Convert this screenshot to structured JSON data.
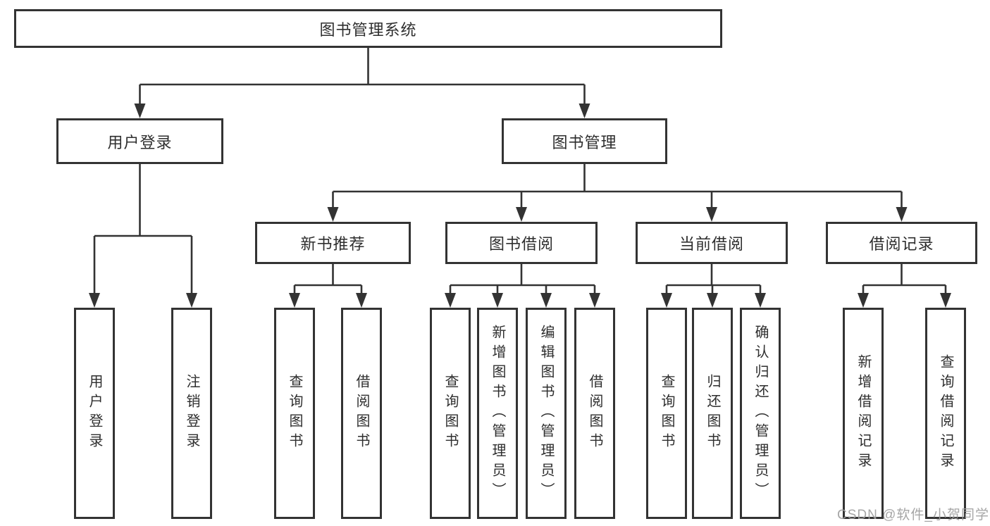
{
  "diagram": {
    "title_note": "functional structure tree of a library management system",
    "root": {
      "label": "图书管理系统"
    },
    "level2": [
      {
        "id": "user-login",
        "label": "用户登录"
      },
      {
        "id": "book-management",
        "label": "图书管理"
      }
    ],
    "level3": [
      {
        "id": "new-book-recommend",
        "label": "新书推荐"
      },
      {
        "id": "book-borrow",
        "label": "图书借阅"
      },
      {
        "id": "current-borrow",
        "label": "当前借阅"
      },
      {
        "id": "borrow-records",
        "label": "借阅记录"
      }
    ],
    "leaves": {
      "user_login": [
        {
          "label": "用户登录"
        },
        {
          "label": "注销登录"
        }
      ],
      "new_book_recommend": [
        {
          "label": "查询图书"
        },
        {
          "label": "借阅图书"
        }
      ],
      "book_borrow": [
        {
          "label": "查询图书"
        },
        {
          "label": "新增图书（管理员）"
        },
        {
          "label": "编辑图书（管理员）"
        },
        {
          "label": "借阅图书"
        }
      ],
      "current_borrow": [
        {
          "label": "查询图书"
        },
        {
          "label": "归还图书"
        },
        {
          "label": "确认归还（管理员）"
        }
      ],
      "borrow_records": [
        {
          "label": "新增借阅记录"
        },
        {
          "label": "查询借阅记录"
        }
      ]
    },
    "colors": {
      "line": "#333333",
      "text": "#2e2e2e",
      "background": "#ffffff",
      "watermark": "#9e9e9e"
    }
  },
  "watermark": {
    "text": "CSDN @软件_小贺同学"
  }
}
